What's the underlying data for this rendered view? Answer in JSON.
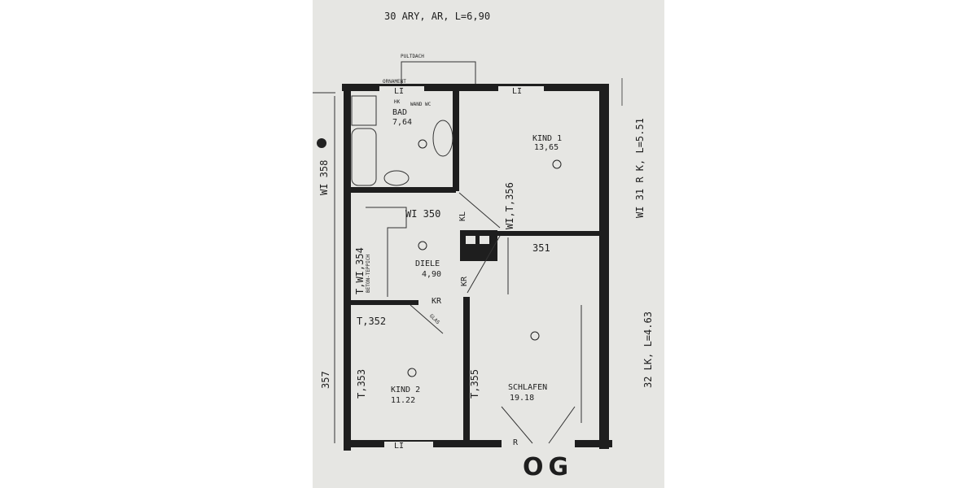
{
  "header": {
    "title": "30 ARY, AR, L=6,90"
  },
  "annotations": {
    "pultdach": "PULTDACH",
    "ornament": "ORNAMENT",
    "right_top": "WI 31 R K, L=5.51",
    "right_bottom": "32 LK, L=4.63",
    "left_top": "WI 358",
    "left_bottom": "357",
    "floor": "OG"
  },
  "rooms": [
    {
      "name": "BAD",
      "area": "7,64"
    },
    {
      "name": "KIND 1",
      "area": "13,65"
    },
    {
      "name": "DIELE",
      "area": "4,90"
    },
    {
      "name": "KIND 2",
      "area": "11.22"
    },
    {
      "name": "SCHLAFEN",
      "area": "19.18"
    }
  ],
  "doors": {
    "d350": "WI 350",
    "d356": "WI,T,356",
    "d351": "351",
    "d354": "T,WI,354",
    "d352": "T,352",
    "d353": "T,353",
    "d355": "T,355"
  },
  "fixtures": {
    "window": "LI",
    "kl": "KL",
    "kr": "KR",
    "kr2": "KR",
    "glas": "GLAS",
    "r": "R",
    "teppich": "BETON-TEPPICH",
    "wand": "WAND WC",
    "hk": "HK"
  },
  "colors": {
    "paper": "#e6e6e3",
    "wall": "#1e1e1e"
  }
}
